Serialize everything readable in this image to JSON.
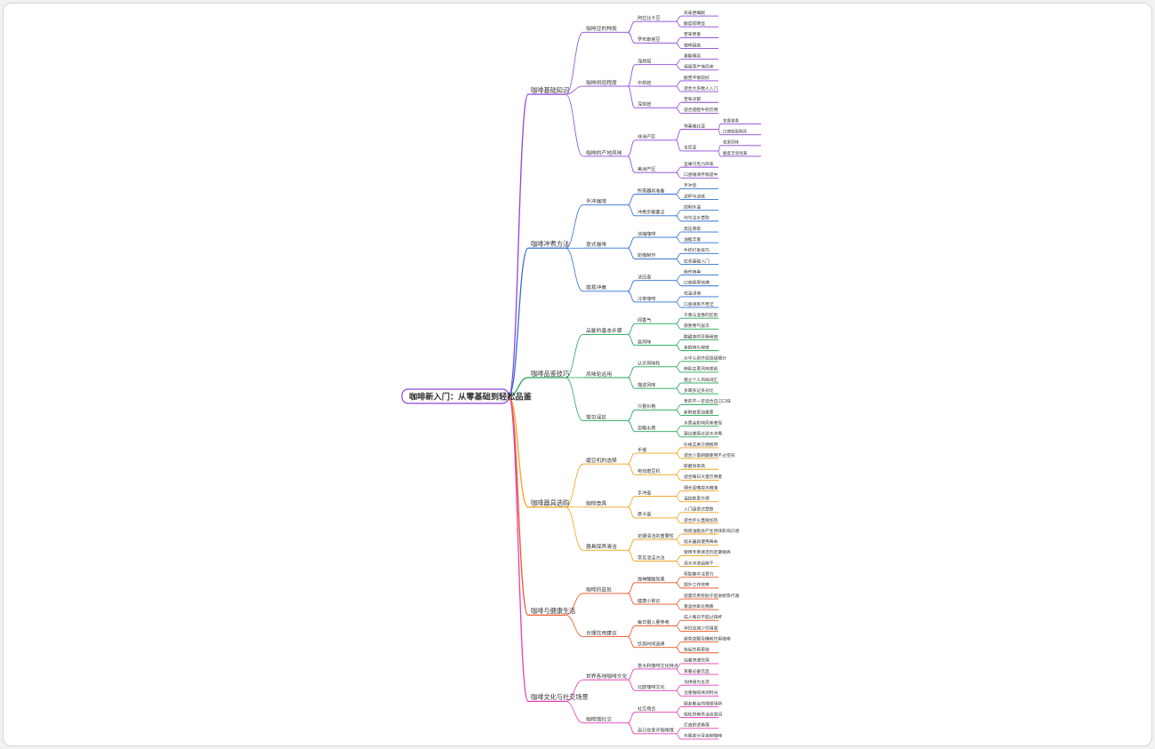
{
  "root": "咖啡新入门：从零基础到轻松品鉴",
  "colors": [
    "#8d44d9",
    "#2f6fd6",
    "#1fa85a",
    "#f0a21d",
    "#ee5522",
    "#e63db8"
  ],
  "branches": [
    {
      "label": "咖啡基础知识",
      "children": [
        {
          "label": "咖啡豆的种类",
          "children": [
            {
              "label": "阿拉比卡豆",
              "children": [
                {
                  "label": "风味更细腻"
                },
                {
                  "label": "酸度较明显"
                }
              ]
            },
            {
              "label": "罗布斯塔豆",
              "children": [
                {
                  "label": "苦味更重"
                },
                {
                  "label": "咖啡因高"
                }
              ]
            }
          ]
        },
        {
          "label": "咖啡烘焙程度",
          "children": [
            {
              "label": "浅烘焙",
              "children": [
                {
                  "label": "果酸明亮"
                },
                {
                  "label": "保留原产地风味"
                }
              ]
            },
            {
              "label": "中烘焙",
              "children": [
                {
                  "label": "酸苦平衡较好"
                },
                {
                  "label": "适合大多数人入门"
                }
              ]
            },
            {
              "label": "深烘焙",
              "children": [
                {
                  "label": "苦味浓郁"
                },
                {
                  "label": "适合搭配牛奶饮用"
                }
              ]
            }
          ]
        },
        {
          "label": "咖啡的产地风味",
          "children": [
            {
              "label": "非洲产区",
              "children": [
                {
                  "label": "埃塞俄比亚",
                  "children": [
                    {
                      "label": "花香果香"
                    },
                    {
                      "label": "口感轻盈明亮"
                    }
                  ]
                },
                {
                  "label": "肯尼亚",
                  "children": [
                    {
                      "label": "浆果风味"
                    },
                    {
                      "label": "酸度活泼饱满"
                    }
                  ]
                }
              ]
            },
            {
              "label": "美洲产区",
              "children": [
                {
                  "label": "坚果巧克力风味"
                },
                {
                  "label": "口感顺滑平衡适中"
                }
              ]
            }
          ]
        }
      ]
    },
    {
      "label": "咖啡冲煮方法",
      "children": [
        {
          "label": "手冲咖啡",
          "children": [
            {
              "label": "所需器具准备",
              "children": [
                {
                  "label": "手冲壶"
                },
                {
                  "label": "滤杯与滤纸"
                }
              ]
            },
            {
              "label": "冲煮步骤要点",
              "children": [
                {
                  "label": "控制水温"
                },
                {
                  "label": "均匀注水萃取"
                }
              ]
            }
          ]
        },
        {
          "label": "意式咖啡",
          "children": [
            {
              "label": "浓缩咖啡",
              "children": [
                {
                  "label": "高压萃取"
                },
                {
                  "label": "油脂丰富"
                }
              ]
            },
            {
              "label": "奶咖制作",
              "children": [
                {
                  "label": "牛奶打发技巧"
                },
                {
                  "label": "拉花基础入门"
                }
              ]
            }
          ]
        },
        {
          "label": "简易冲煮",
          "children": [
            {
              "label": "法压壶",
              "children": [
                {
                  "label": "操作简单"
                },
                {
                  "label": "口感醇厚饱满"
                }
              ]
            },
            {
              "label": "冷萃咖啡",
              "children": [
                {
                  "label": "低温浸泡"
                },
                {
                  "label": "口感清爽不苦涩"
                }
              ]
            }
          ]
        }
      ]
    },
    {
      "label": "咖啡品鉴技巧",
      "children": [
        {
          "label": "品鉴的基本步骤",
          "children": [
            {
              "label": "闻香气",
              "children": [
                {
                  "label": "干香与湿香的区别"
                },
                {
                  "label": "感受香气层次"
                }
              ]
            },
            {
              "label": "尝风味",
              "children": [
                {
                  "label": "酸甜苦的平衡程度"
                },
                {
                  "label": "余韵持久程度"
                }
              ]
            }
          ]
        },
        {
          "label": "风味轮运用",
          "children": [
            {
              "label": "认识风味轮",
              "children": [
                {
                  "label": "从中心到外层逐级细分"
                },
                {
                  "label": "辨别主要风味类别"
                }
              ]
            },
            {
              "label": "描述风味",
              "children": [
                {
                  "label": "建立个人风味词汇"
                },
                {
                  "label": "多喝多记多对比"
                }
              ]
            }
          ]
        },
        {
          "label": "常见误区",
          "children": [
            {
              "label": "只看价格",
              "children": [
                {
                  "label": "贵的不一定适合自己口味"
                },
                {
                  "label": "新鲜度更加重要"
                }
              ]
            },
            {
              "label": "忽略水质",
              "children": [
                {
                  "label": "水质会影响风味表现"
                },
                {
                  "label": "建议使用过滤水冲煮"
                }
              ]
            }
          ]
        }
      ]
    },
    {
      "label": "咖啡器具选购",
      "children": [
        {
          "label": "磨豆机的选择",
          "children": [
            {
              "label": "手摇",
              "children": [
                {
                  "label": "价格实惠方便携带"
                },
                {
                  "label": "适合少量研磨使用不占空间"
                }
              ]
            },
            {
              "label": "电动磨豆机",
              "children": [
                {
                  "label": "研磨效率高"
                },
                {
                  "label": "适合每日大量饮用者"
                }
              ]
            }
          ]
        },
        {
          "label": "咖啡壶具",
          "children": [
            {
              "label": "手冲壶",
              "children": [
                {
                  "label": "细长壶嘴控水精准"
                },
                {
                  "label": "温控款更方便"
                }
              ]
            },
            {
              "label": "摩卡壶",
              "children": [
                {
                  "label": "入门级意式萃取"
                },
                {
                  "label": "适合炉火直接加热"
                }
              ]
            }
          ]
        },
        {
          "label": "器具保养清洁",
          "children": [
            {
              "label": "定期清洁的重要性",
              "children": [
                {
                  "label": "残留油脂会产生异味影响口感"
                },
                {
                  "label": "延长器具使用寿命"
                }
              ]
            },
            {
              "label": "常见清洁方法",
              "children": [
                {
                  "label": "使用专用清洁剂定期保养"
                },
                {
                  "label": "清水冲洗后晾干"
                }
              ]
            }
          ]
        }
      ]
    },
    {
      "label": "咖啡与健康生活",
      "children": [
        {
          "label": "咖啡的益处",
          "children": [
            {
              "label": "提神醒脑效果",
              "children": [
                {
                  "label": "帮助集中注意力"
                },
                {
                  "label": "提升工作效率"
                }
              ]
            },
            {
              "label": "健康小常识",
              "children": [
                {
                  "label": "适量饮用有助于促进新陈代谢"
                },
                {
                  "label": "富含抗氧化物质"
                }
              ]
            }
          ]
        },
        {
          "label": "合理饮用建议",
          "children": [
            {
              "label": "每日摄入量参考",
              "children": [
                {
                  "label": "成人每日不超过四杯"
                },
                {
                  "label": "孕妇应减少饮用量"
                }
              ]
            },
            {
              "label": "饮用时间选择",
              "children": [
                {
                  "label": "避免空腹及睡前饮用咖啡"
                },
                {
                  "label": "饭后饮用更佳"
                }
              ]
            }
          ]
        }
      ]
    },
    {
      "label": "咖啡文化与社交场景",
      "children": [
        {
          "label": "世界各地咖啡文化",
          "children": [
            {
              "label": "意大利咖啡文化特点",
              "children": [
                {
                  "label": "站着快速饮用"
                },
                {
                  "label": "早餐必备饮品"
                }
              ]
            },
            {
              "label": "北欧咖啡文化",
              "children": [
                {
                  "label": "浅烘焙为主流"
                },
                {
                  "label": "注重咖啡休闲时光"
                }
              ]
            }
          ]
        },
        {
          "label": "咖啡馆社交",
          "children": [
            {
              "label": "社交场合",
              "children": [
                {
                  "label": "朋友聚会的理想场所"
                },
                {
                  "label": "轻松的商务洽谈空间"
                }
              ]
            },
            {
              "label": "自己在家开咖啡馆",
              "children": [
                {
                  "label": "打造舒适角落"
                },
                {
                  "label": "与朋友分享自制咖啡"
                }
              ]
            }
          ]
        }
      ]
    }
  ]
}
